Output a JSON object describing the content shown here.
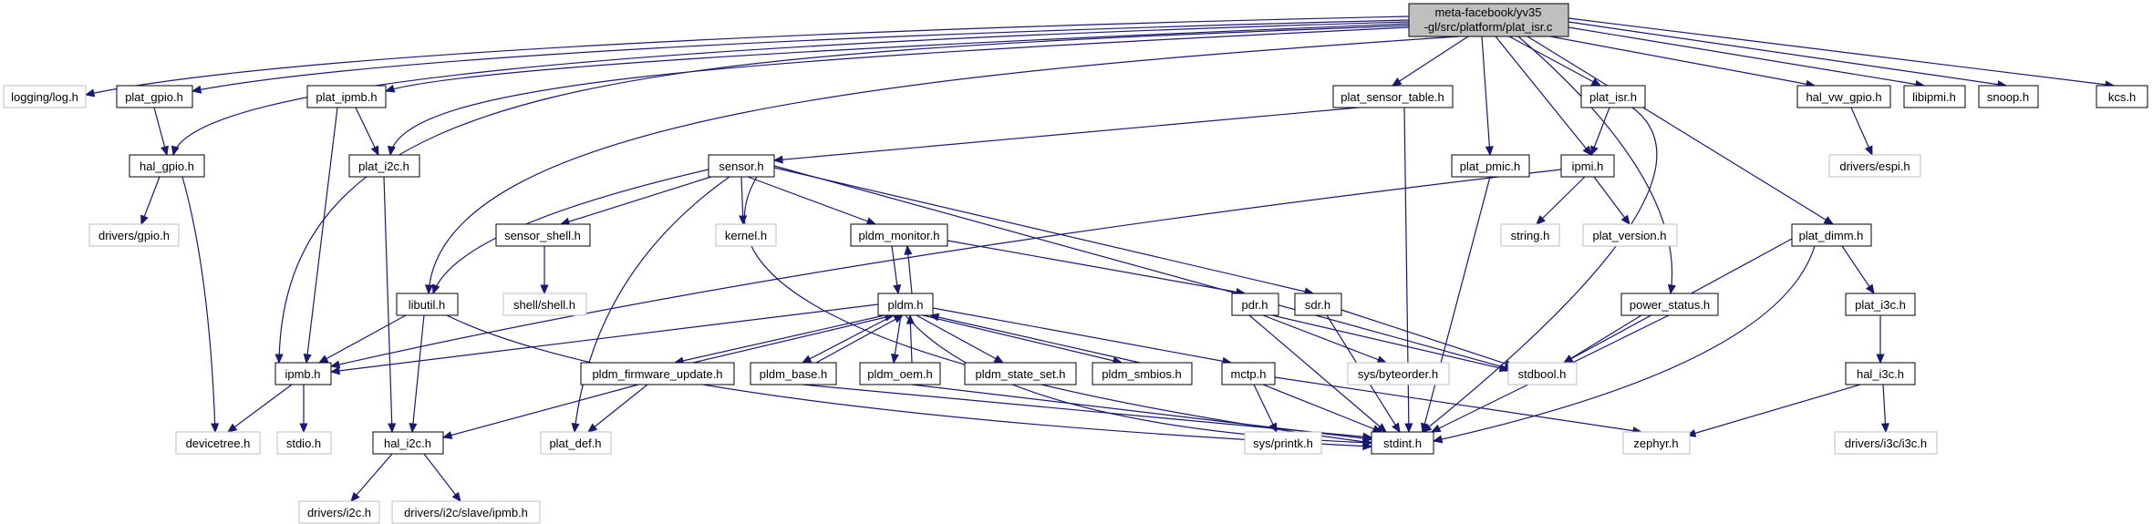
{
  "colors": {
    "edge": "#191970",
    "root_fill": "#bfbfbf",
    "documented_border": "#000000",
    "external_border": "#bfbfbf"
  },
  "nodes": {
    "root": {
      "lines": [
        "meta-facebook/yv35",
        "-gl/src/platform/plat_isr.c"
      ]
    },
    "logging_log_h": {
      "label": "logging/log.h"
    },
    "plat_gpio_h": {
      "label": "plat_gpio.h"
    },
    "plat_ipmb_h": {
      "label": "plat_ipmb.h"
    },
    "plat_sensor_table_h": {
      "label": "plat_sensor_table.h"
    },
    "plat_isr_h": {
      "label": "plat_isr.h"
    },
    "hal_vw_gpio_h": {
      "label": "hal_vw_gpio.h"
    },
    "libipmi_h": {
      "label": "libipmi.h"
    },
    "snoop_h": {
      "label": "snoop.h"
    },
    "kcs_h": {
      "label": "kcs.h"
    },
    "hal_gpio_h": {
      "label": "hal_gpio.h"
    },
    "plat_i2c_h": {
      "label": "plat_i2c.h"
    },
    "sensor_h": {
      "label": "sensor.h"
    },
    "plat_pmic_h": {
      "label": "plat_pmic.h"
    },
    "ipmi_h": {
      "label": "ipmi.h"
    },
    "drivers_espi_h": {
      "label": "drivers/espi.h"
    },
    "drivers_gpio_h": {
      "label": "drivers/gpio.h"
    },
    "sensor_shell_h": {
      "label": "sensor_shell.h"
    },
    "kernel_h": {
      "label": "kernel.h"
    },
    "pldm_monitor_h": {
      "label": "pldm_monitor.h"
    },
    "string_h": {
      "label": "string.h"
    },
    "plat_version_h": {
      "label": "plat_version.h"
    },
    "plat_dimm_h": {
      "label": "plat_dimm.h"
    },
    "shell_shell_h": {
      "label": "shell/shell.h"
    },
    "libutil_h": {
      "label": "libutil.h"
    },
    "pldm_h": {
      "label": "pldm.h"
    },
    "pdr_h": {
      "label": "pdr.h"
    },
    "sdr_h": {
      "label": "sdr.h"
    },
    "power_status_h": {
      "label": "power_status.h"
    },
    "plat_i3c_h": {
      "label": "plat_i3c.h"
    },
    "ipmb_h": {
      "label": "ipmb.h"
    },
    "pldm_firmware_update_h": {
      "label": "pldm_firmware_update.h"
    },
    "pldm_base_h": {
      "label": "pldm_base.h"
    },
    "pldm_oem_h": {
      "label": "pldm_oem.h"
    },
    "pldm_state_set_h": {
      "label": "pldm_state_set.h"
    },
    "pldm_smbios_h": {
      "label": "pldm_smbios.h"
    },
    "mctp_h": {
      "label": "mctp.h"
    },
    "sys_byteorder_h": {
      "label": "sys/byteorder.h"
    },
    "stdbool_h": {
      "label": "stdbool.h"
    },
    "hal_i3c_h": {
      "label": "hal_i3c.h"
    },
    "devicetree_h": {
      "label": "devicetree.h"
    },
    "stdio_h": {
      "label": "stdio.h"
    },
    "hal_i2c_h": {
      "label": "hal_i2c.h"
    },
    "plat_def_h": {
      "label": "plat_def.h"
    },
    "stdint_h": {
      "label": "stdint.h"
    },
    "sys_printk_h": {
      "label": "sys/printk.h"
    },
    "zephyr_h": {
      "label": "zephyr.h"
    },
    "drivers_i3c_i3c_h": {
      "label": "drivers/i3c/i3c.h"
    },
    "drivers_i2c_h": {
      "label": "drivers/i2c.h"
    },
    "drivers_i2c_slave_ipmb_h": {
      "label": "drivers/i2c/slave/ipmb.h"
    }
  }
}
